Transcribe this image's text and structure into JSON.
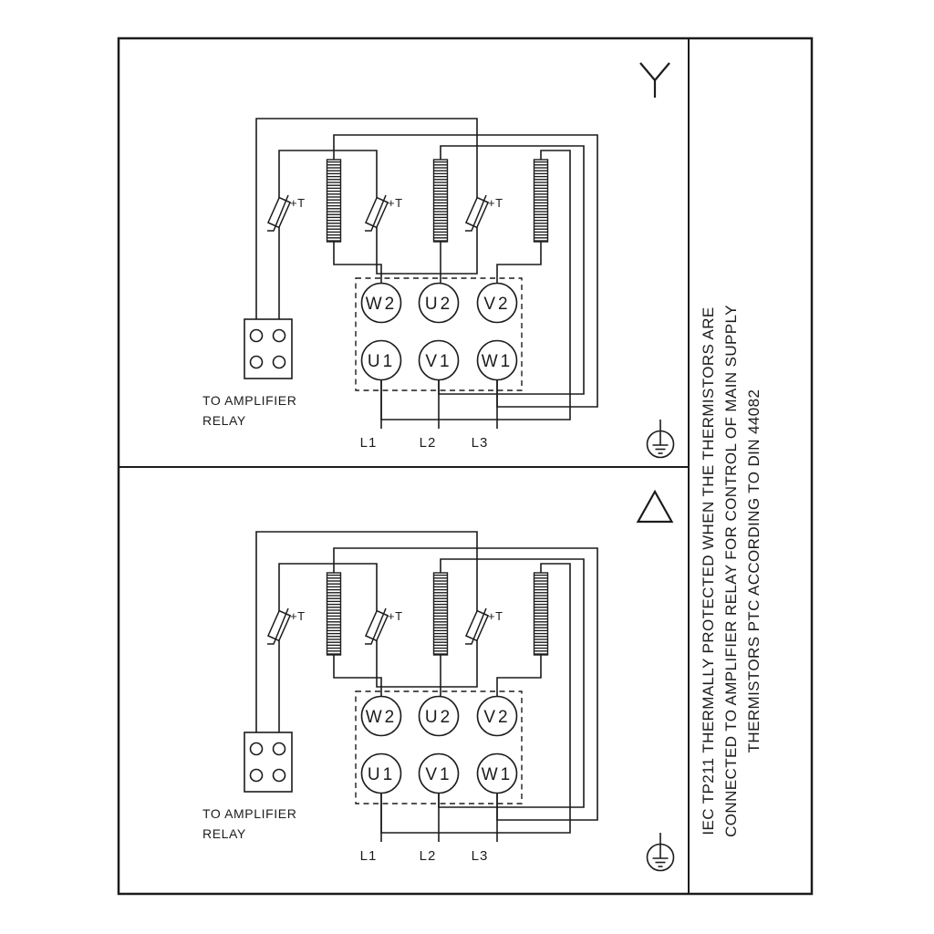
{
  "diagram": {
    "terminals": {
      "top_row": [
        "W2",
        "U2",
        "V2"
      ],
      "bottom_row": [
        "U1",
        "V1",
        "W1"
      ]
    },
    "thermistor_label": "+T",
    "relay_caption": [
      "TO AMPLIFIER",
      "RELAY"
    ],
    "supply_lines": [
      "L1",
      "L2",
      "L3"
    ],
    "panels": [
      {
        "connection_symbol": "star"
      },
      {
        "connection_symbol": "delta"
      }
    ]
  },
  "sidebar": {
    "note_lines": [
      "IEC TP211 THERMALLY PROTECTED WHEN THE THERMISTORS ARE",
      "CONNECTED TO AMPLIFIER RELAY FOR CONTROL OF MAIN SUPPLY",
      "THERMISTORS PTC ACCORDING TO DIN 44082"
    ]
  },
  "colors": {
    "ink": "#1c1c1c",
    "background": "#ffffff"
  }
}
